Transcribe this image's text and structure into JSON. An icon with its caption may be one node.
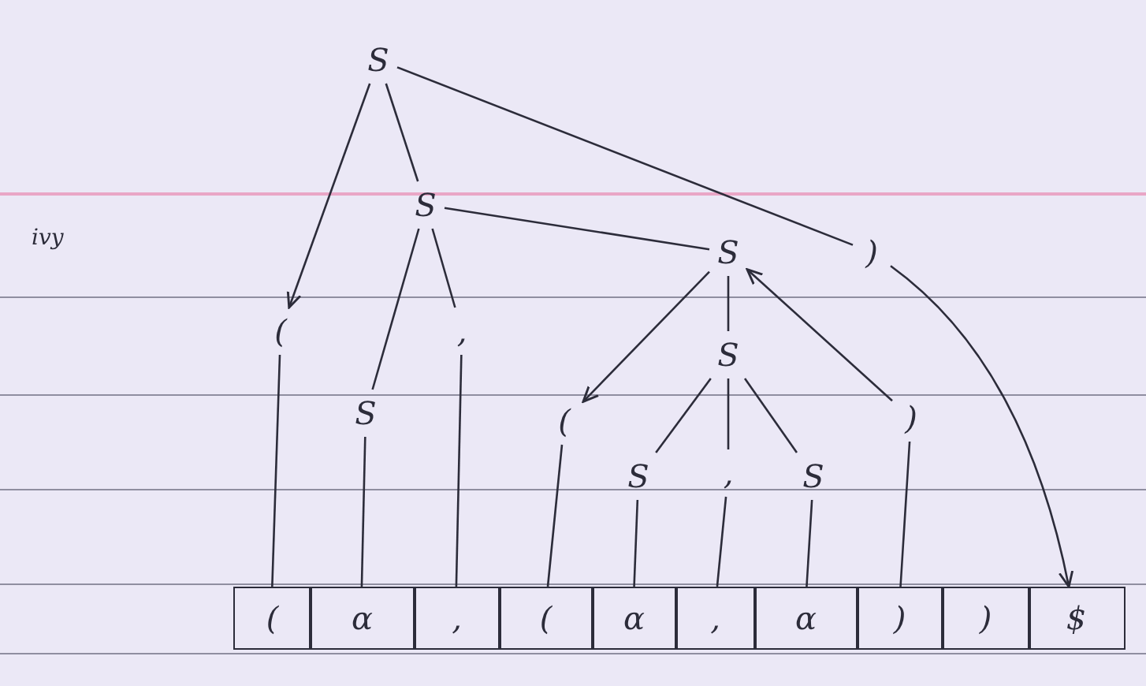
{
  "diagram": {
    "nodes": [
      {
        "text": [
          "S"
        ]
      },
      {
        "text": [
          "("
        ]
      },
      {
        "text": [
          "S"
        ]
      },
      {
        "text": [
          ")"
        ]
      },
      {
        "text": [
          "S"
        ]
      },
      {
        "text": [
          ","
        ]
      },
      {
        "text": [
          "S"
        ]
      },
      {
        "text": [
          "("
        ]
      },
      {
        "text": [
          "S"
        ]
      },
      {
        "text": [
          ")"
        ]
      },
      {
        "text": [
          "S"
        ]
      },
      {
        "text": [
          ","
        ]
      },
      {
        "text": [
          "S"
        ]
      },
      {
        "text": [
          "("
        ]
      },
      {
        "text": [
          "α"
        ]
      },
      {
        "text": [
          ","
        ]
      },
      {
        "text": [
          "("
        ]
      },
      {
        "text": [
          "α"
        ]
      },
      {
        "text": [
          ","
        ]
      },
      {
        "text": [
          "α"
        ]
      },
      {
        "text": [
          ")"
        ]
      },
      {
        "text": [
          ")"
        ]
      },
      {
        "text": [
          "$"
        ]
      }
    ],
    "edges": [
      {
        "from": 0,
        "to": 1,
        "arrow": "to"
      },
      {
        "from": 0,
        "to": 2,
        "arrow": "none"
      },
      {
        "from": 0,
        "to": 3,
        "arrow": "none"
      },
      {
        "from": 2,
        "to": 4,
        "arrow": "none"
      },
      {
        "from": 2,
        "to": 5,
        "arrow": "none"
      },
      {
        "from": 2,
        "to": 6,
        "arrow": "none"
      },
      {
        "from": 3,
        "to": 22,
        "arrow": "to"
      },
      {
        "from": 6,
        "to": 7,
        "arrow": "to"
      },
      {
        "from": 6,
        "to": 8,
        "arrow": "none"
      },
      {
        "from": 9,
        "to": 6,
        "arrow": "to"
      },
      {
        "from": 8,
        "to": 10,
        "arrow": "none"
      },
      {
        "from": 8,
        "to": 11,
        "arrow": "none"
      },
      {
        "from": 8,
        "to": 12,
        "arrow": "none"
      },
      {
        "from": 1,
        "to": 13,
        "arrow": "none"
      },
      {
        "from": 4,
        "to": 14,
        "arrow": "none"
      },
      {
        "from": 5,
        "to": 15,
        "arrow": "none"
      },
      {
        "from": 7,
        "to": 16,
        "arrow": "none"
      },
      {
        "from": 10,
        "to": 17,
        "arrow": "none"
      },
      {
        "from": 11,
        "to": 18,
        "arrow": "none"
      },
      {
        "from": 12,
        "to": 19,
        "arrow": "none"
      },
      {
        "from": 9,
        "to": 20,
        "arrow": "none"
      }
    ],
    "labels": [
      "ivy"
    ]
  }
}
